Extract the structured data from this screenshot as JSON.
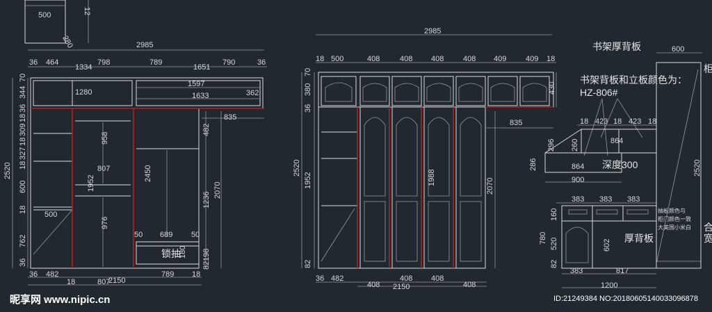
{
  "colors": {
    "background": "#212830",
    "line": "#dcdcdc",
    "accent": "#b02020",
    "text": "#d8d8d8"
  },
  "left": {
    "top_stub": [
      "500",
      "12",
      "280"
    ],
    "overall": "2985",
    "top_row": [
      "36",
      "464",
      "798",
      "789",
      "790",
      "36"
    ],
    "row2": [
      "1334",
      "1651"
    ],
    "inner": [
      "1280",
      "1597",
      "1633",
      "362"
    ],
    "right": [
      "835",
      "482",
      "1236",
      "2070",
      "198",
      "82"
    ],
    "left_dims": [
      "2520",
      "70",
      "344",
      "36",
      "18",
      "309",
      "18",
      "327",
      "18",
      "600",
      "18",
      "762",
      "36"
    ],
    "mid": [
      "958",
      "807",
      "1952",
      "2450",
      "976",
      "500"
    ],
    "drawer": [
      "50",
      "689",
      "50",
      "锁抽",
      "180"
    ],
    "bottom": [
      "36",
      "482",
      "789",
      "18",
      "18",
      "807",
      "2150"
    ]
  },
  "mid": {
    "overall": "2985",
    "top_row": [
      "18",
      "500",
      "408",
      "408",
      "408",
      "408",
      "409",
      "409",
      "18"
    ],
    "left_dims": [
      "70",
      "380",
      "36",
      "2520",
      "1952",
      "82"
    ],
    "right": [
      "430",
      "835",
      "2070"
    ],
    "center": "1988",
    "bottom": [
      "36",
      "482",
      "408",
      "408",
      "408",
      "408",
      "2150"
    ]
  },
  "right": {
    "title1": "书架厚背板",
    "dim600": "600",
    "note1": "书架背板和立板颜色为：",
    "note2": "HZ-806#",
    "shelf_top": [
      "18",
      "423",
      "18",
      "423",
      "18"
    ],
    "shelf_side": [
      "296",
      "260",
      "286"
    ],
    "shelf_inner": [
      "864",
      "864"
    ],
    "depth": "深度300",
    "w900": "900",
    "desk_top": [
      "383",
      "383",
      "383"
    ],
    "desk_left": [
      "160",
      "780",
      "520",
      "82"
    ],
    "desk_inner": "602",
    "note3": "抽板颜色与",
    "note4": "柜门颜色一致",
    "note5": "大美国小米白",
    "back": "厚背板",
    "bottom": [
      "383",
      "817"
    ],
    "w1200": "1200",
    "edge": [
      "2520",
      "柜",
      "合",
      "宽"
    ]
  },
  "watermark": {
    "logo": "昵享网 www.nipic.cn",
    "id": "ID:21249384 NO:20180605140033096878"
  }
}
